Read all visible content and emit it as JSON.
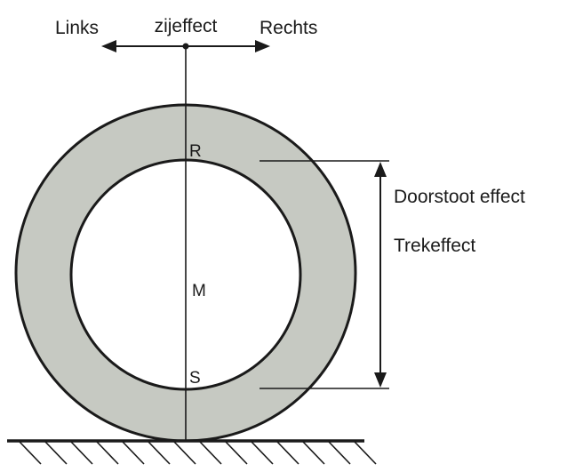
{
  "labels": {
    "left": "Links",
    "side_effect": "zijeffect",
    "right": "Rechts",
    "push_through": "Doorstoot effect",
    "draw": "Trekeffect"
  },
  "points": {
    "top": "R",
    "center": "M",
    "bottom": "S"
  },
  "colors": {
    "ring_fill": "#c6c9c2",
    "stroke": "#1a1a1a",
    "background": "#ffffff"
  }
}
